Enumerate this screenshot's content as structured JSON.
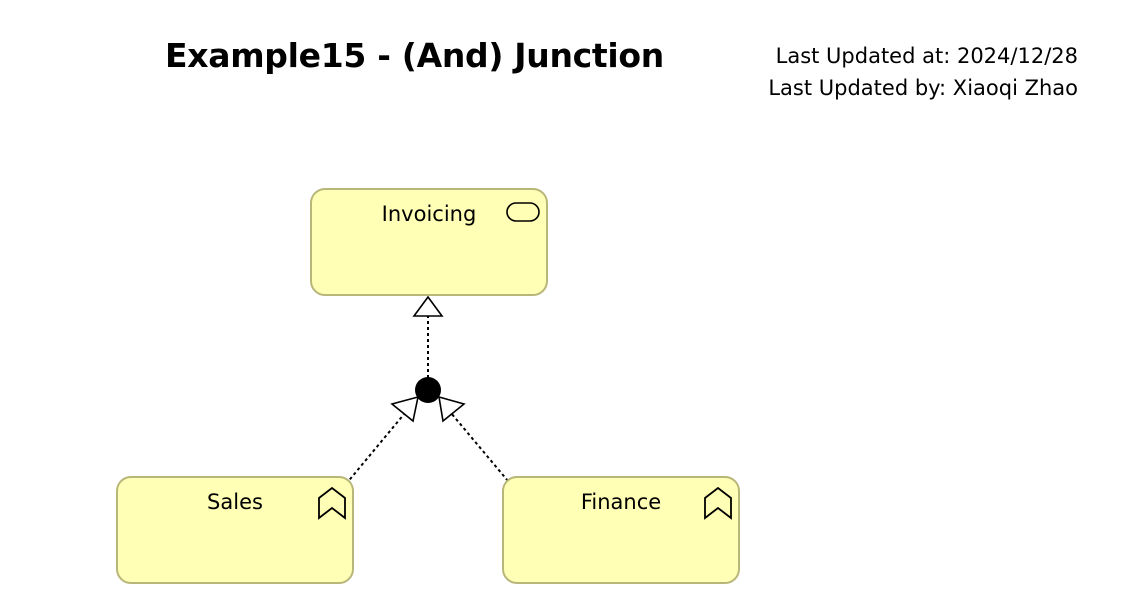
{
  "diagram": {
    "title": "Example15 - (And) Junction",
    "last_updated_at": "Last Updated at: 2024/12/28",
    "last_updated_by": "Last Updated by: Xiaoqi Zhao",
    "nodes": {
      "invoicing": {
        "label": "Invoicing",
        "element_type": "business-service",
        "icon": "rounded-rectangle-service-icon"
      },
      "sales": {
        "label": "Sales",
        "element_type": "business-function",
        "icon": "chevron-up-function-icon"
      },
      "finance": {
        "label": "Finance",
        "element_type": "business-function",
        "icon": "chevron-up-function-icon"
      }
    },
    "junction": {
      "type": "and-junction"
    },
    "relations": [
      {
        "from": "sales",
        "to": "junction",
        "type": "realization"
      },
      {
        "from": "finance",
        "to": "junction",
        "type": "realization"
      },
      {
        "from": "junction",
        "to": "invoicing",
        "type": "realization"
      }
    ],
    "colors": {
      "node_fill": "#ffffb5",
      "node_border": "#b9b67a",
      "line": "#000000"
    }
  }
}
